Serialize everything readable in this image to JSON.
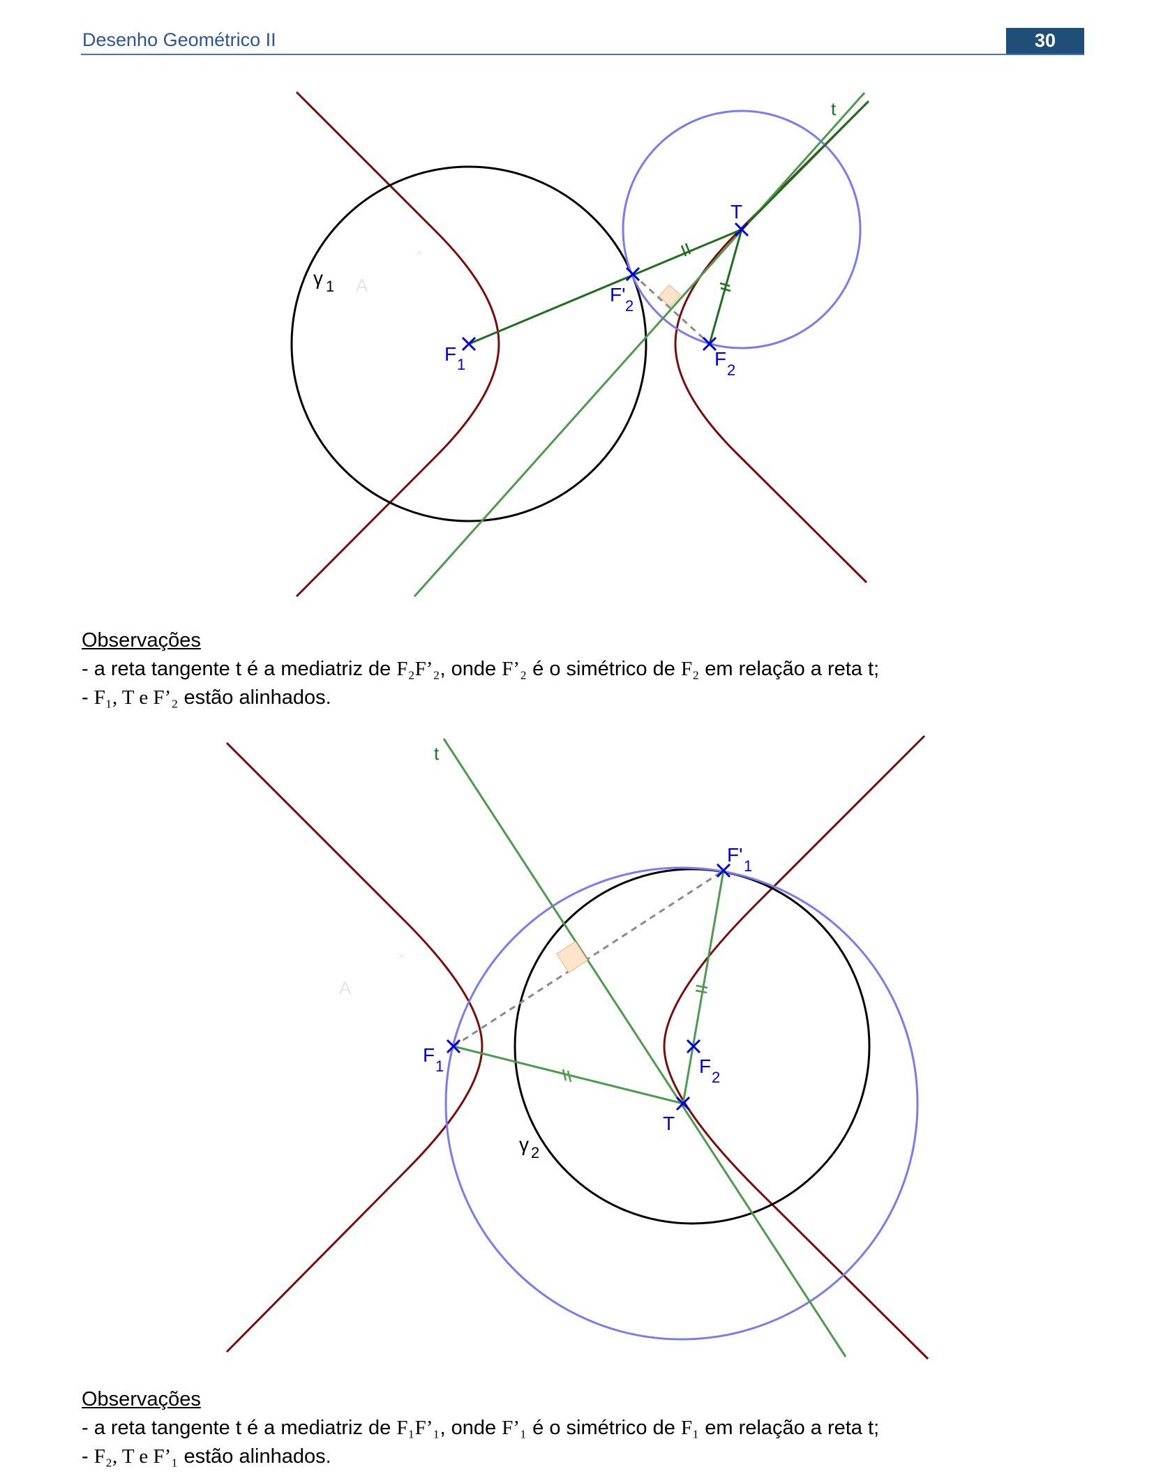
{
  "header": {
    "title": "Desenho Geométrico II",
    "page_number": "30"
  },
  "figure1": {
    "labels": {
      "t": "t",
      "T": "T",
      "gamma": "γ",
      "gamma_sub": "1",
      "F1": "F",
      "F1_sub": "1",
      "F2": "F",
      "F2_sub": "2",
      "F2p": "F'",
      "F2p_sub": "2",
      "ghost": "A"
    }
  },
  "notes1": {
    "heading": "Observações",
    "line1": {
      "prefix": "- a reta tangente t é a mediatriz de ",
      "seg": "F₂F’₂",
      "mid": ", onde ",
      "pt": "F’₂",
      "mid2": " é o simétrico de ",
      "pt2": "F₂",
      "suffix": " em relação a reta t;"
    },
    "line2": {
      "prefix": "- ",
      "pts": "F₁, T e F’₂",
      "suffix": " estão alinhados."
    }
  },
  "figure2": {
    "labels": {
      "t": "t",
      "T": "T",
      "gamma": "γ",
      "gamma_sub": "2",
      "F1": "F",
      "F1_sub": "1",
      "F2": "F",
      "F2_sub": "2",
      "F1p": "F'",
      "F1p_sub": "1",
      "ghost": "A"
    }
  },
  "notes2": {
    "heading": "Observações",
    "line1": {
      "prefix": "- a reta tangente t é a mediatriz de ",
      "seg": "F₁F’₁",
      "mid": ", onde ",
      "pt": "F’₁",
      "mid2": " é o simétrico de ",
      "pt2": "F₁",
      "suffix": " em relação a reta t;"
    },
    "line2": {
      "prefix": "- ",
      "pts": "F₂, T e F’₁",
      "suffix": " estão alinhados."
    }
  },
  "colors": {
    "hyperbola": "#7b0c0c",
    "circle": "#000000",
    "blue_circle": "#7b7bf0",
    "tangent": "#4e9a4e",
    "segment": "#1e6e1e",
    "point": "#0000dd",
    "dashed": "#8a8a8a"
  }
}
